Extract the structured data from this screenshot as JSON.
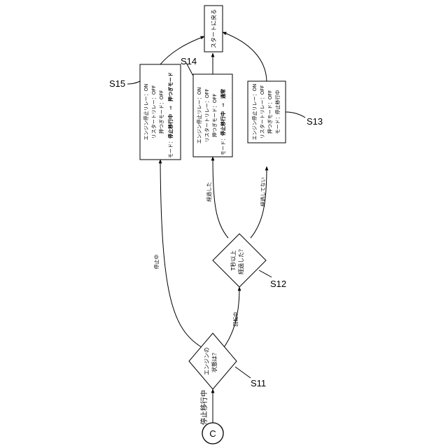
{
  "start": {
    "connector": "C",
    "label": "停止移行中"
  },
  "decision_s11": {
    "line1": "エンジンの",
    "line2": "状態は？",
    "step": "S11"
  },
  "decision_s12": {
    "line1": "T秒以上",
    "line2": "経過した？",
    "step": "S12"
  },
  "edges": {
    "stopping": "停止中",
    "rotating": "回転中",
    "elapsed": "経過した",
    "not_elapsed": "経過してない"
  },
  "process_s15": {
    "step": "S15",
    "line1": "エンジン停止リレー：ON",
    "line2": "リスタートリレー：OFF",
    "line3": "押つぎモード：OFF",
    "line4_prefix": "モード：",
    "line4_from": "停止移行中",
    "arrow": "⇒",
    "line4_to": "押つぎモード"
  },
  "process_s14": {
    "step": "S14",
    "line1": "エンジン停止リレー：ON",
    "line2": "リスタートリレー：OFF",
    "line3": "押つぎモード：OFF",
    "line4_prefix": "モード：",
    "line4_from": "停止移行中",
    "arrow": "⇒",
    "line4_to": "通常"
  },
  "process_s13": {
    "step": "S13",
    "line1": "エンジン停止リレー：ON",
    "line2": "リスタートリレー：OFF",
    "line3": "押つぎモード：OFF",
    "line4": "モード：停止移行中"
  },
  "end": {
    "label": "スタートに戻る"
  }
}
